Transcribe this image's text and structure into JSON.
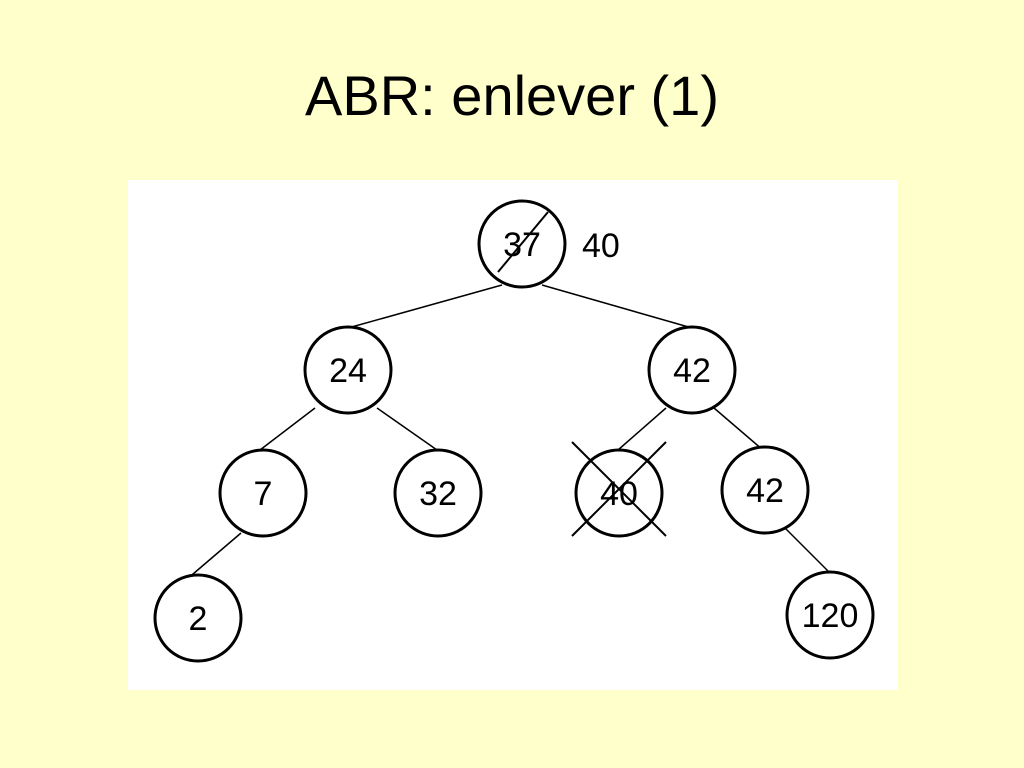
{
  "slide": {
    "title": "ABR: enlever (1)"
  },
  "tree": {
    "replacement_value": "40",
    "nodes": {
      "root": "37",
      "left": "24",
      "right": "42",
      "left_left": "7",
      "left_right": "32",
      "right_left": "40",
      "right_right": "42",
      "left_left_left": "2",
      "right_right_right": "120"
    },
    "struck_out": [
      "root",
      "right_left"
    ]
  }
}
